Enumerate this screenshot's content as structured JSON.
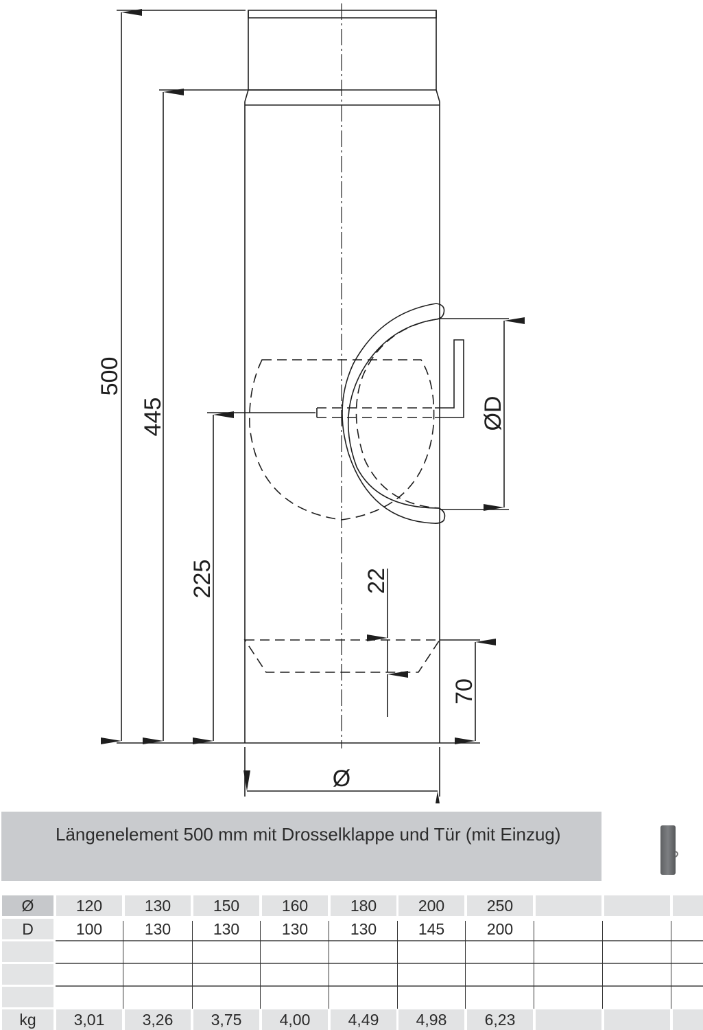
{
  "drawing": {
    "dimensions": {
      "total_length": "500",
      "inner_length": "445",
      "flap_height": "225",
      "door_diameter": "ØD",
      "insert_depth": "22",
      "insert_height": "70",
      "pipe_diameter": "Ø"
    },
    "colors": {
      "line": "#1e1e1e",
      "title_band": "#c9cbce",
      "cell_header": "#e2e3e4",
      "label_dark": "#c6c8cb"
    }
  },
  "product": {
    "title": "Längenelement 500 mm mit Drosselklappe und Tür (mit Einzug)",
    "thumbnail_icon": "pipe-thumbnail-icon"
  },
  "table": {
    "rows": [
      {
        "label": "Ø",
        "values": [
          "120",
          "130",
          "150",
          "160",
          "180",
          "200",
          "250",
          "",
          "",
          ""
        ]
      },
      {
        "label": "D",
        "values": [
          "100",
          "130",
          "130",
          "130",
          "130",
          "145",
          "200",
          "",
          "",
          ""
        ]
      },
      {
        "label": "",
        "values": [
          "",
          "",
          "",
          "",
          "",
          "",
          "",
          "",
          "",
          ""
        ]
      },
      {
        "label": "",
        "values": [
          "",
          "",
          "",
          "",
          "",
          "",
          "",
          "",
          "",
          ""
        ]
      },
      {
        "label": "",
        "values": [
          "",
          "",
          "",
          "",
          "",
          "",
          "",
          "",
          "",
          ""
        ]
      },
      {
        "label": "kg",
        "values": [
          "3,01",
          "3,26",
          "3,75",
          "4,00",
          "4,49",
          "4,98",
          "6,23",
          "",
          "",
          ""
        ]
      }
    ]
  }
}
